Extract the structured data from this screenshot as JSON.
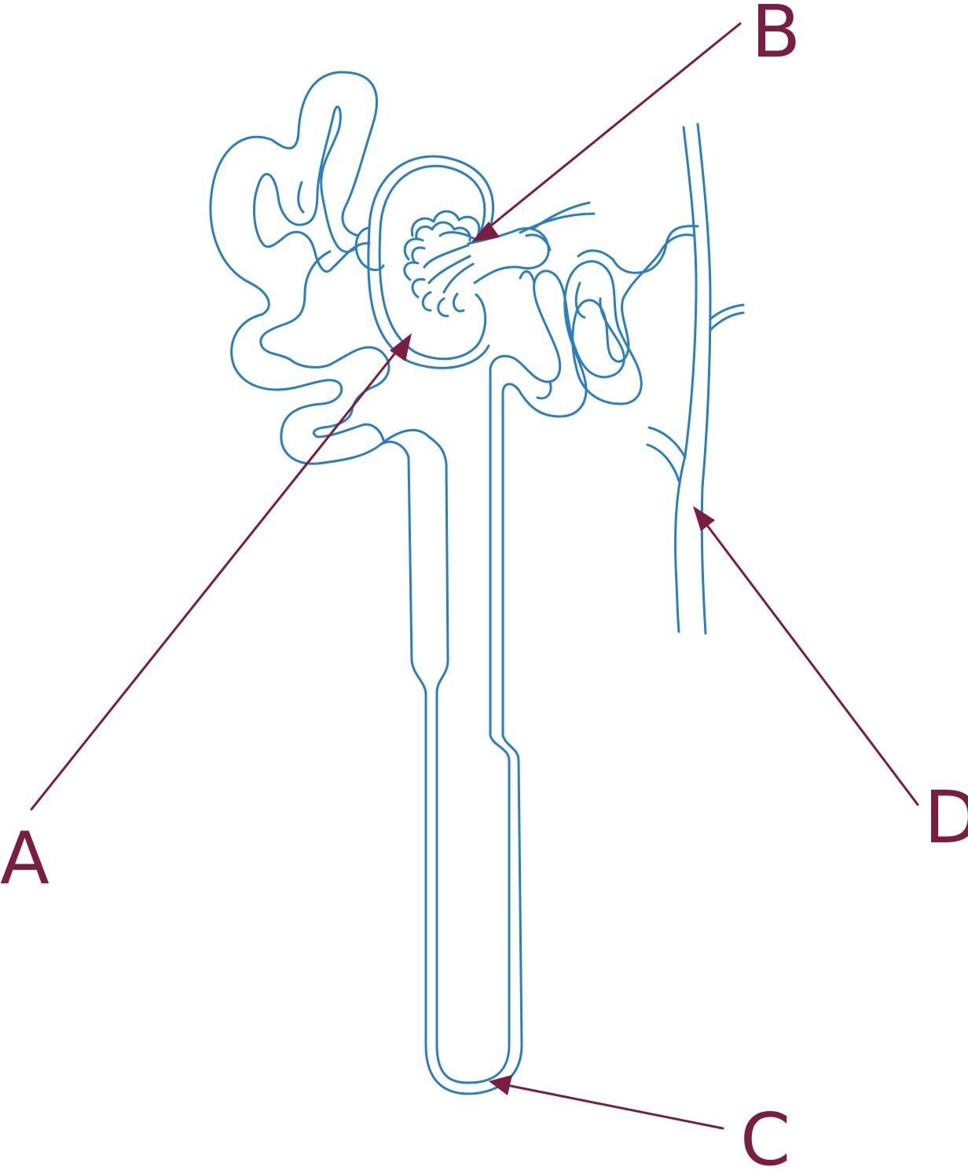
{
  "colors": {
    "structure": "#2a7fc0",
    "annotation": "#7b1c41",
    "background": "#ffffff"
  },
  "labels": {
    "a": "A",
    "b": "B",
    "c": "C",
    "d": "D"
  }
}
